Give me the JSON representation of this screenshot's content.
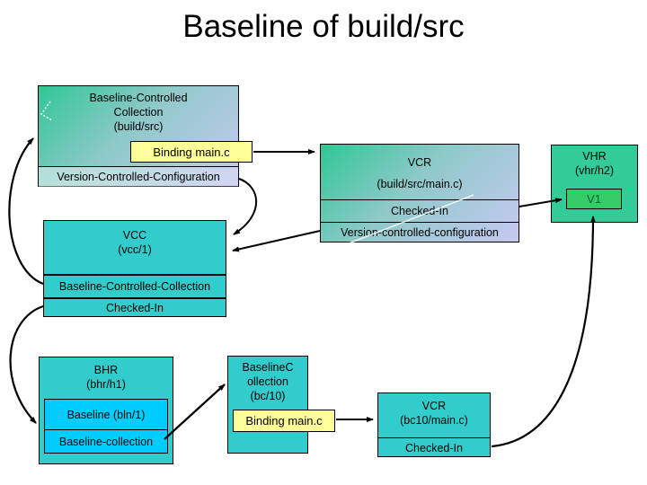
{
  "slide": {
    "title": "Baseline of build/src"
  },
  "boxes": {
    "bcc": {
      "label": "Baseline-Controlled\nCollection\n(build/src)",
      "binding_label": "Binding main.c",
      "section_config": "Version-Controlled-Configuration"
    },
    "vcr_top": {
      "name": "VCR",
      "path": "(build/src/main.c)",
      "section_checked_in": "Checked-In",
      "section_config": "Version-controlled-configuration"
    },
    "vhr": {
      "name": "VHR",
      "path": "(vhr/h2)",
      "version_label": "V1"
    },
    "vcc": {
      "name": "VCC",
      "path": "(vcc/1)",
      "section_collection": "Baseline-Controlled-Collection",
      "section_checked_in": "Checked-In"
    },
    "bhr": {
      "name": "BHR",
      "path": "(bhr/h1)",
      "baseline_label": "Baseline (bln/1)",
      "collection_label": "Baseline-collection"
    },
    "bc": {
      "label": "BaselineC\nollection\n(bc/10)",
      "binding_label": "Binding main.c"
    },
    "vcr_bottom": {
      "name": "VCR",
      "path": "(bc10/main.c)",
      "section_checked_in": "Checked-In"
    }
  },
  "colors": {
    "teal": "#33cccc",
    "gradient_green": "#2fc795",
    "gradient_lavender": "#c7c9f2",
    "vhr_green": "#33cc99",
    "v1_green": "#33cc66",
    "baseline_cyan": "#00ccff",
    "binding_yellow": "#ffff99"
  }
}
